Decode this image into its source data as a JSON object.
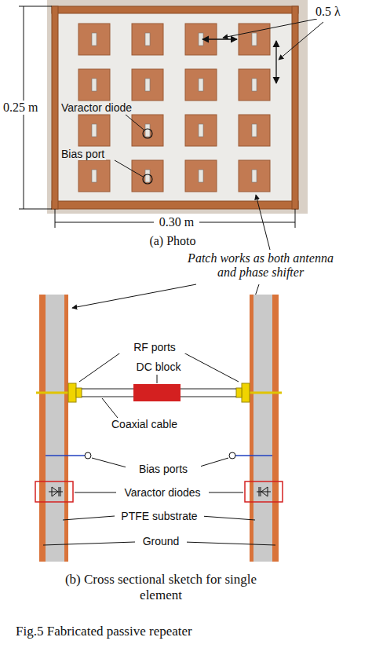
{
  "diagram": {
    "caption": "Fig.5 Fabricated passive repeater",
    "labels": [
      "0.5 λ",
      "0.25 m",
      "Varactor diode",
      "Bias port",
      "0.30 m",
      "(a) Photo",
      "Patch works as both antenna and phase shifter",
      "RF ports",
      "DC block",
      "Coaxial cable",
      "Bias ports",
      "Varactor diodes",
      "PTFE substrate",
      "Ground",
      "(b) Cross sectional sketch for single element"
    ]
  }
}
